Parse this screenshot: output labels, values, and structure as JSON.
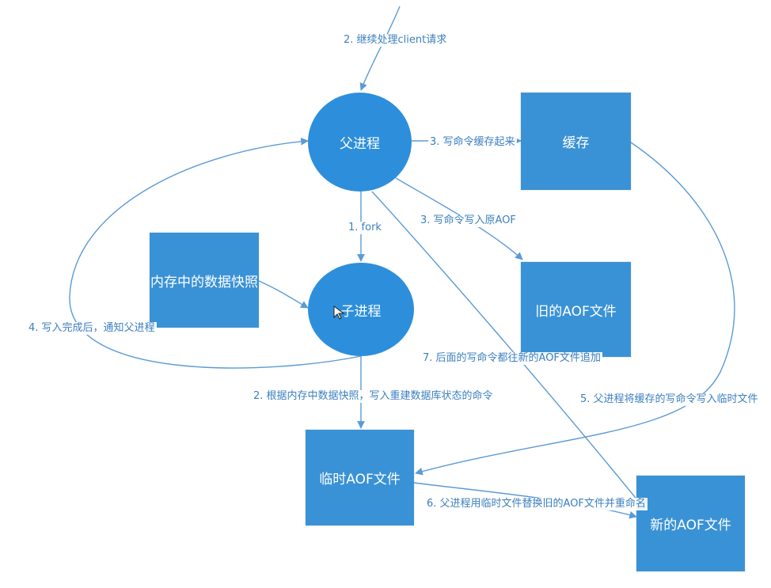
{
  "nodes": {
    "parent_process": "父进程",
    "cache": "缓存",
    "child_process": "子进程",
    "memory_snapshot": "内存中的数据快照",
    "old_aof": "旧的AOF文件",
    "temp_aof": "临时AOF文件",
    "new_aof": "新的AOF文件"
  },
  "edges": {
    "continue_client": "2. 继续处理client请求",
    "write_cache": "3. 写命令缓存起来",
    "fork": "1. fork",
    "write_original_aof": "3. 写命令写入原AOF",
    "notify_parent": "4. 写入完成后，通知父进程",
    "append_new_aof": "7. 后面的写命令都往新的AOF文件追加",
    "rebuild_commands": "2. 根据内存中数据快照，写入重建数据库状态的命令",
    "write_temp_file": "5. 父进程将缓存的写命令写入临时文件",
    "replace_rename": "6. 父进程用临时文件替换旧的AOF文件并重命名"
  },
  "colors": {
    "node_fill": "#2f8fd8",
    "edge_color": "#5b9bd5",
    "label_color": "#3c7fbe",
    "background": "#ffffff"
  },
  "icons": {
    "cursor": "mouse-pointer-icon"
  }
}
